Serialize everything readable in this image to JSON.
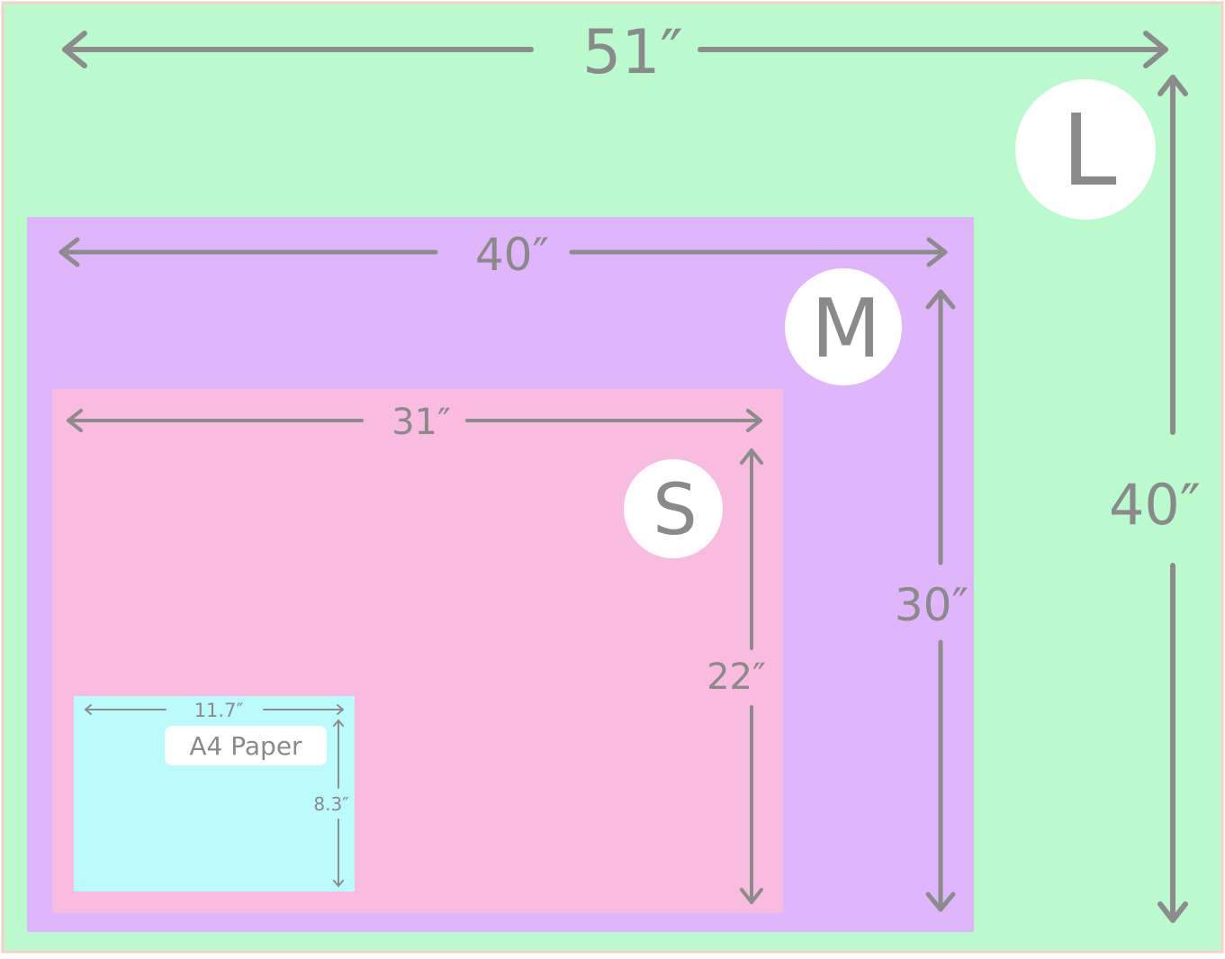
{
  "colors": {
    "large": "#bbfacd",
    "medium": "#dfb6fb",
    "small": "#fabbe0",
    "a4": "#bbfbfb",
    "arrow": "#8c8c8c",
    "text": "#8a8a8a",
    "badge": "#ffffff",
    "border": "#f7d2c4"
  },
  "sizes": {
    "large": {
      "badge": "L",
      "width_label": "51″",
      "height_label": "40″"
    },
    "medium": {
      "badge": "M",
      "width_label": "40″",
      "height_label": "30″"
    },
    "small": {
      "badge": "S",
      "width_label": "31″",
      "height_label": "22″"
    },
    "a4": {
      "label": "A4 Paper",
      "width_label": "11.7″",
      "height_label": "8.3″"
    }
  }
}
